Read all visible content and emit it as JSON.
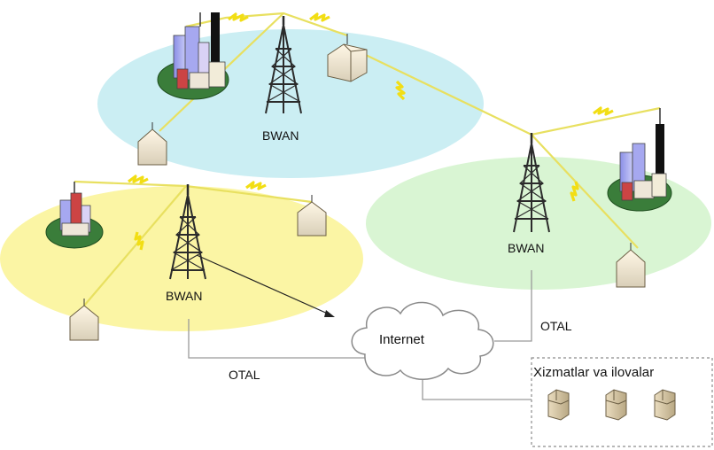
{
  "labels": {
    "bwan_top": "BWAN",
    "bwan_left": "BWAN",
    "bwan_right": "BWAN",
    "internet": "Internet",
    "otal_bottom": "OTAL",
    "otal_right": "OTAL",
    "services": "Xizmatlar va ilovalar"
  },
  "colors": {
    "cell_top": "#c9eef2",
    "cell_left": "#faf5a6",
    "cell_right": "#d8f5d2",
    "wireless_link": "#f5e63a",
    "tower": "#2b2b2b"
  }
}
